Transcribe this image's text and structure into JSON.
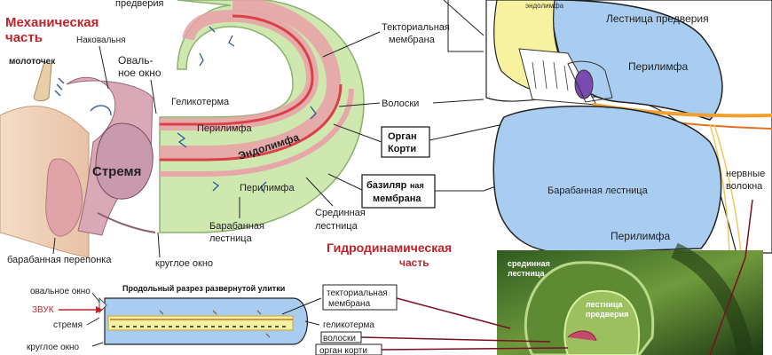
{
  "labels": {
    "mech_title_1": "Механическая",
    "mech_title_2": "часть",
    "hammer": "молоточек",
    "anvil": "Наковальня",
    "oval_window_1": "Оваль-",
    "oval_window_2": "ное окно",
    "stapes": "Стремя",
    "eardrum": "барабанная перепонка",
    "round_window": "круглое окно",
    "vestibule_top": "предверия",
    "helicotrema": "Геликотерма",
    "perilymph_upper": "Перилимфа",
    "endolymph": "Эндолимфа",
    "perilymph_lower": "Перилимфа",
    "tympanic_1": "Барабанная",
    "tympanic_2": "лестница",
    "median_1": "Срединная",
    "median_2": "лестница",
    "tectorial_1": "Текториальная",
    "tectorial_2": "мембрана",
    "hairs": "Волоски",
    "corti_1": "Орган",
    "corti_2": "Корти",
    "basilar_1a": "базиляр",
    "basilar_1b": "ная",
    "basilar_2": "мембрана",
    "hydro_1": "Гидродинамическая",
    "hydro_2": "часть",
    "endolymph_small": "эндолимфа",
    "vestibular_scala": "Лестница предверия",
    "perilymph_right_top": "Перилимфа",
    "tympanic_scala": "Барабанная лестница",
    "perilymph_right_bottom": "Перилимфа",
    "nerve_1": "нервные",
    "nerve_2": "волокна",
    "photo_median_1": "срединная",
    "photo_median_2": "лестница",
    "photo_vest_1": "лестница",
    "photo_vest_2": "предверия",
    "longitudinal_title": "Продольный разрез развернутой улитки",
    "oval_window_small": "овальное окно",
    "sound": "ЗВУК",
    "stapes_small": "стремя",
    "round_window_small": "круглое окно",
    "tectorial_small_1": "текториальная",
    "tectorial_small_2": "мембрана",
    "helicotrema_small": "геликотерма",
    "hairs_small": "волоски",
    "corti_small": "орган корти"
  },
  "colors": {
    "title_red": "#c0232a",
    "perilymph_blue": "#a9cdf0",
    "cochlea_green": "#cfe8b0",
    "endolymph_pink": "#e9a0a8",
    "membrane_red": "#d9404a",
    "endolymph_yellow": "#f6f2a0",
    "pointer_dark": "#7a1020"
  }
}
